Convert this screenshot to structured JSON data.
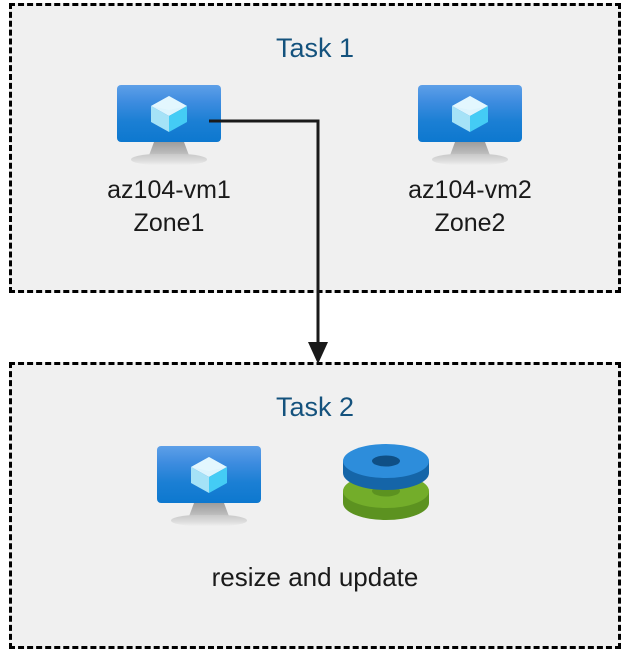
{
  "diagram": {
    "title": "Azure VM tasks diagram",
    "background_color": "#ffffff",
    "box_fill_color": "#f0f0f0",
    "box_border_color": "#000000",
    "title_color": "#14527d",
    "label_color": "#1a1a1a",
    "connector_color": "#1a1a1a"
  },
  "task1": {
    "title": "Task 1",
    "vms": [
      {
        "icon": "virtual-machine-icon",
        "name": "az104-vm1",
        "zone": "Zone1",
        "label": "az104-vm1\nZone1"
      },
      {
        "icon": "virtual-machine-icon",
        "name": "az104-vm2",
        "zone": "Zone2",
        "label": "az104-vm2\nZone2"
      }
    ]
  },
  "task2": {
    "title": "Task 2",
    "icons": [
      {
        "icon": "virtual-machine-icon"
      },
      {
        "icon": "managed-disks-icon"
      }
    ],
    "caption": "resize and update"
  },
  "connector": {
    "from": "az104-vm1",
    "to": "Task 2",
    "type": "elbow-arrow-down"
  },
  "colors": {
    "vm_screen_top": "#5ea0e8",
    "vm_screen_bottom": "#0d78cf",
    "cube_top": "#d7f2fd",
    "cube_left": "#a9e4f8",
    "cube_right": "#45ccf5",
    "disk_blue": "#2d8ddb",
    "disk_blue_dark": "#1565a8",
    "disk_green": "#73ad2a",
    "disk_green_dark": "#5c9220",
    "stand_gray": "#b5b5b5"
  }
}
